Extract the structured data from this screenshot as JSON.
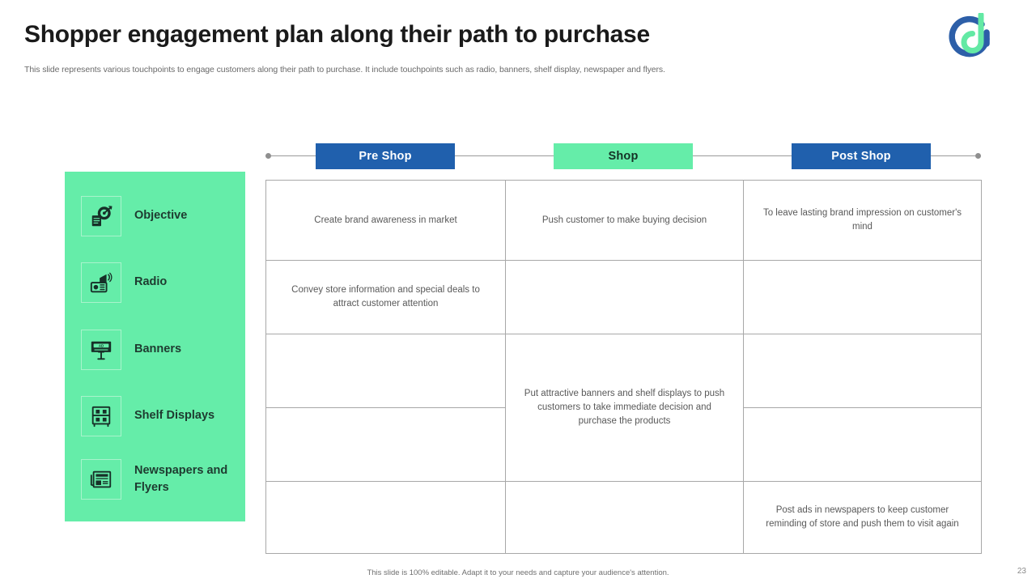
{
  "header": {
    "title": "Shopper engagement plan along their path to purchase",
    "subtitle": "This slide represents various touchpoints to engage customers along their path to purchase. It include touchpoints such as radio, banners, shelf display, newspaper and flyers.",
    "logo_name": "company-logo"
  },
  "colors": {
    "accent_blue": "#2060AD",
    "accent_green": "#65EDA9",
    "panel_green": "#65EDA9",
    "title_text": "#1a1a1a",
    "body_text": "#595959",
    "grid_line": "#a8a8a8"
  },
  "categories": [
    {
      "label": "Objective",
      "icon": "target-checklist-icon"
    },
    {
      "label": "Radio",
      "icon": "radio-megaphone-icon"
    },
    {
      "label": "Banners",
      "icon": "billboard-ad-icon"
    },
    {
      "label": "Shelf Displays",
      "icon": "store-shelf-icon"
    },
    {
      "label": "Newspapers and Flyers",
      "icon": "newspaper-icon"
    }
  ],
  "phases": [
    {
      "label": "Pre Shop",
      "style": "blue"
    },
    {
      "label": "Shop",
      "style": "green"
    },
    {
      "label": "Post Shop",
      "style": "blue"
    }
  ],
  "matrix": {
    "row1": {
      "pre_shop": "Create brand awareness in market",
      "shop": "Push customer to make buying decision",
      "post_shop": "To leave lasting brand impression on customer's mind"
    },
    "row2": {
      "pre_shop": "Convey store information and special deals to attract customer attention",
      "shop": "",
      "post_shop": ""
    },
    "row3": {
      "pre_shop": "",
      "shop": "Put attractive banners and shelf displays to push customers to take immediate decision and purchase the products",
      "post_shop": ""
    },
    "row4": {
      "pre_shop": "",
      "post_shop": ""
    },
    "row5": {
      "pre_shop": "",
      "shop": "",
      "post_shop": "Post ads in newspapers to keep customer reminding of store and push them to visit again"
    }
  },
  "footer": {
    "note": "This slide is 100% editable. Adapt it to your needs and capture your audience's attention.",
    "page_number": "23"
  }
}
